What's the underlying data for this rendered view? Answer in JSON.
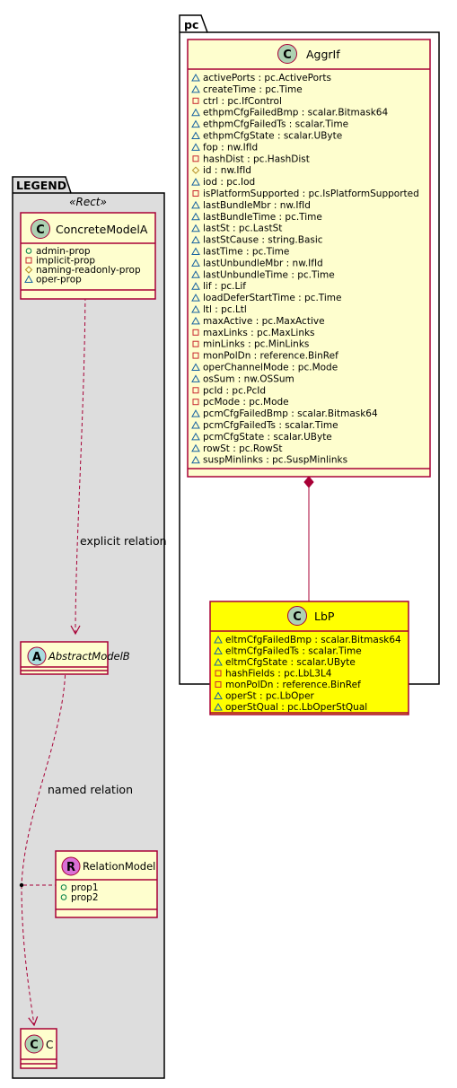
{
  "packages": {
    "legend": {
      "name": "LEGEND",
      "stereotype": "«Rect»"
    },
    "pc": {
      "name": "pc"
    }
  },
  "classes": {
    "concreteModelA": {
      "name": "ConcreteModelA",
      "badge": "C",
      "attributes": [
        {
          "vis": "+",
          "text": "admin-prop"
        },
        {
          "vis": "-",
          "text": "implicit-prop"
        },
        {
          "vis": "#",
          "text": "naming-readonly-prop"
        },
        {
          "vis": "~",
          "text": "oper-prop"
        }
      ]
    },
    "abstractModelB": {
      "name": "AbstractModelB",
      "badge": "A",
      "attributes": []
    },
    "relationModel": {
      "name": "RelationModel",
      "badge": "R",
      "attributes": [
        {
          "vis": "+",
          "text": "prop1"
        },
        {
          "vis": "+",
          "text": "prop2"
        }
      ]
    },
    "c": {
      "name": "C",
      "badge": "C",
      "attributes": []
    },
    "aggrIf": {
      "name": "AggrIf",
      "badge": "C",
      "attributes": [
        {
          "vis": "~",
          "text": "activePorts : pc.ActivePorts"
        },
        {
          "vis": "~",
          "text": "createTime : pc.Time"
        },
        {
          "vis": "-",
          "text": "ctrl : pc.IfControl"
        },
        {
          "vis": "~",
          "text": "ethpmCfgFailedBmp : scalar.Bitmask64"
        },
        {
          "vis": "~",
          "text": "ethpmCfgFailedTs : scalar.Time"
        },
        {
          "vis": "~",
          "text": "ethpmCfgState : scalar.UByte"
        },
        {
          "vis": "~",
          "text": "fop : nw.IfId"
        },
        {
          "vis": "-",
          "text": "hashDist : pc.HashDist"
        },
        {
          "vis": "#",
          "text": "id : nw.IfId"
        },
        {
          "vis": "~",
          "text": "iod : pc.Iod"
        },
        {
          "vis": "-",
          "text": "isPlatformSupported : pc.IsPlatformSupported"
        },
        {
          "vis": "~",
          "text": "lastBundleMbr : nw.IfId"
        },
        {
          "vis": "~",
          "text": "lastBundleTime : pc.Time"
        },
        {
          "vis": "~",
          "text": "lastSt : pc.LastSt"
        },
        {
          "vis": "~",
          "text": "lastStCause : string.Basic"
        },
        {
          "vis": "~",
          "text": "lastTime : pc.Time"
        },
        {
          "vis": "~",
          "text": "lastUnbundleMbr : nw.IfId"
        },
        {
          "vis": "~",
          "text": "lastUnbundleTime : pc.Time"
        },
        {
          "vis": "~",
          "text": "lif : pc.Lif"
        },
        {
          "vis": "~",
          "text": "loadDeferStartTime : pc.Time"
        },
        {
          "vis": "~",
          "text": "ltl : pc.Ltl"
        },
        {
          "vis": "~",
          "text": "maxActive : pc.MaxActive"
        },
        {
          "vis": "-",
          "text": "maxLinks : pc.MaxLinks"
        },
        {
          "vis": "-",
          "text": "minLinks : pc.MinLinks"
        },
        {
          "vis": "-",
          "text": "monPolDn : reference.BinRef"
        },
        {
          "vis": "~",
          "text": "operChannelMode : pc.Mode"
        },
        {
          "vis": "~",
          "text": "osSum : nw.OSSum"
        },
        {
          "vis": "-",
          "text": "pcId : pc.PcId"
        },
        {
          "vis": "-",
          "text": "pcMode : pc.Mode"
        },
        {
          "vis": "~",
          "text": "pcmCfgFailedBmp : scalar.Bitmask64"
        },
        {
          "vis": "~",
          "text": "pcmCfgFailedTs : scalar.Time"
        },
        {
          "vis": "~",
          "text": "pcmCfgState : scalar.UByte"
        },
        {
          "vis": "~",
          "text": "rowSt : pc.RowSt"
        },
        {
          "vis": "~",
          "text": "suspMinlinks : pc.SuspMinlinks"
        }
      ]
    },
    "lbP": {
      "name": "LbP",
      "badge": "C",
      "attributes": [
        {
          "vis": "~",
          "text": "eltmCfgFailedBmp : scalar.Bitmask64"
        },
        {
          "vis": "~",
          "text": "eltmCfgFailedTs : scalar.Time"
        },
        {
          "vis": "~",
          "text": "eltmCfgState : scalar.UByte"
        },
        {
          "vis": "-",
          "text": "hashFields : pc.LbL3L4"
        },
        {
          "vis": "-",
          "text": "monPolDn : reference.BinRef"
        },
        {
          "vis": "~",
          "text": "operSt : pc.LbOper"
        },
        {
          "vis": "~",
          "text": "operStQual : pc.LbOperStQual"
        }
      ]
    }
  },
  "relations": {
    "explicit": "explicit relation",
    "named": "named relation"
  },
  "colors": {
    "class_fill": "#fefece",
    "highlight_fill": "#ffff00",
    "border": "#a80036",
    "legend_fill": "#dddddd",
    "badge_c": "#add1b2",
    "badge_a": "#a9dcdf",
    "badge_r": "#da70d6",
    "vis_public": "#038048",
    "vis_private": "#c82930",
    "vis_protected": "#b38d22",
    "vis_package": "#1963a0"
  }
}
